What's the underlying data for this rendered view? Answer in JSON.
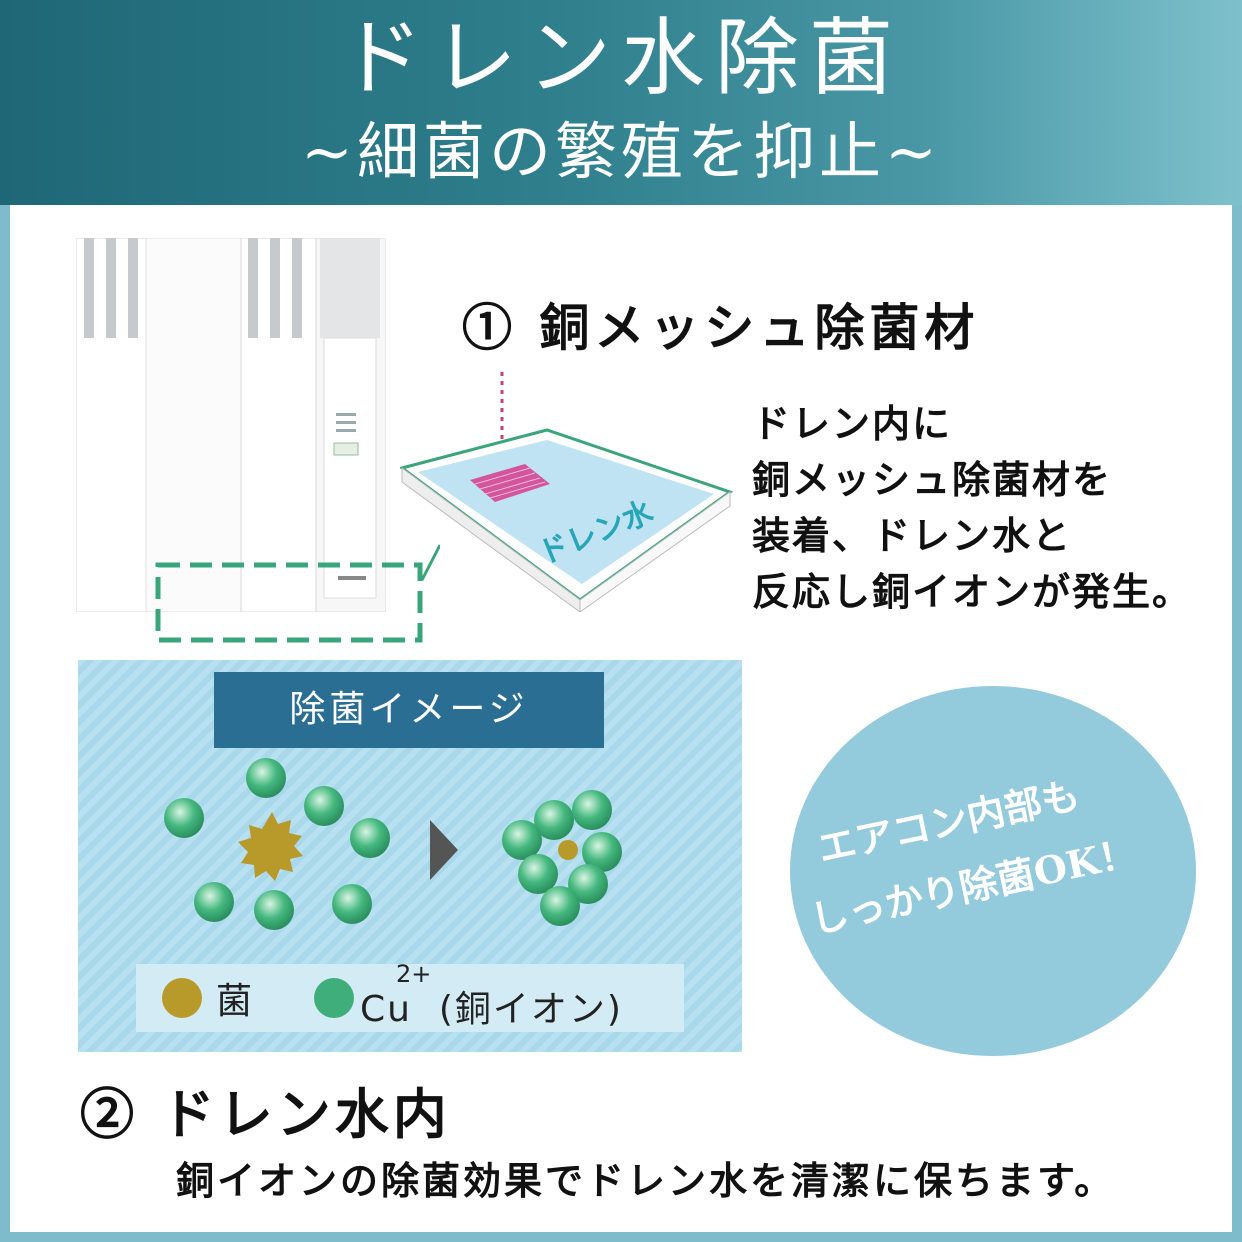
{
  "header": {
    "title": "ドレン水除菌",
    "subtitle": "~細菌の繁殖を抑止~"
  },
  "section1": {
    "heading": "① 銅メッシュ除菌材",
    "tray_label": "ドレン水",
    "description_lines": [
      "ドレン内に",
      "銅メッシュ除菌材を",
      "装着、ドレン水と",
      "反応し銅イオンが発生。"
    ]
  },
  "image_panel": {
    "title": "除菌イメージ",
    "legend_germ": "菌",
    "legend_cu": "Cu",
    "legend_cu_charge": "2+",
    "legend_cu_desc": "(銅イオン)"
  },
  "badge": {
    "lines": [
      "エアコン内部も",
      "しっかり除菌OK！"
    ]
  },
  "section2": {
    "heading": "② ドレン水内",
    "body": "銅イオンの除菌効果でドレン水を清潔に保ちます。"
  },
  "colors": {
    "header_dark": "#1f6776",
    "header_light": "#7ec1cc",
    "ion_green": "#3fae7a",
    "germ_gold": "#b89a2a",
    "panel_blue": "#2b6e93",
    "dashed_green": "#3aa57a"
  }
}
